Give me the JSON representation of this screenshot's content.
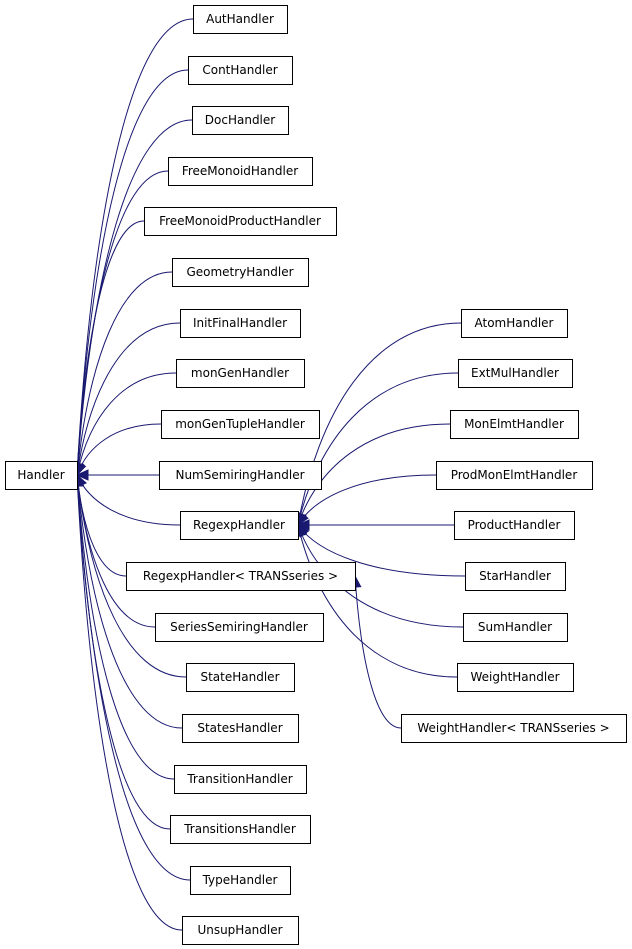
{
  "diagram": {
    "type": "inheritance-graph",
    "edge_color": "#191970",
    "nodes": [
      {
        "id": "handler",
        "label": "Handler"
      },
      {
        "id": "aut",
        "label": "AutHandler"
      },
      {
        "id": "cont",
        "label": "ContHandler"
      },
      {
        "id": "doc",
        "label": "DocHandler"
      },
      {
        "id": "freemonoid",
        "label": "FreeMonoidHandler"
      },
      {
        "id": "freemonoidproduct",
        "label": "FreeMonoidProductHandler"
      },
      {
        "id": "geometry",
        "label": "GeometryHandler"
      },
      {
        "id": "initfinal",
        "label": "InitFinalHandler"
      },
      {
        "id": "mongen",
        "label": "monGenHandler"
      },
      {
        "id": "mongentuple",
        "label": "monGenTupleHandler"
      },
      {
        "id": "numsemiring",
        "label": "NumSemiringHandler"
      },
      {
        "id": "regexp",
        "label": "RegexpHandler"
      },
      {
        "id": "regexp-trans",
        "label": "RegexpHandler< TRANSseries >"
      },
      {
        "id": "seriessemiring",
        "label": "SeriesSemiringHandler"
      },
      {
        "id": "state",
        "label": "StateHandler"
      },
      {
        "id": "states",
        "label": "StatesHandler"
      },
      {
        "id": "transition",
        "label": "TransitionHandler"
      },
      {
        "id": "transitions",
        "label": "TransitionsHandler"
      },
      {
        "id": "type",
        "label": "TypeHandler"
      },
      {
        "id": "unsup",
        "label": "UnsupHandler"
      },
      {
        "id": "atom",
        "label": "AtomHandler"
      },
      {
        "id": "extmul",
        "label": "ExtMulHandler"
      },
      {
        "id": "monelmt",
        "label": "MonElmtHandler"
      },
      {
        "id": "prodmonelmt",
        "label": "ProdMonElmtHandler"
      },
      {
        "id": "product",
        "label": "ProductHandler"
      },
      {
        "id": "star",
        "label": "StarHandler"
      },
      {
        "id": "sum",
        "label": "SumHandler"
      },
      {
        "id": "weight",
        "label": "WeightHandler"
      },
      {
        "id": "weight-trans",
        "label": "WeightHandler< TRANSseries >"
      }
    ],
    "edges": [
      {
        "from": "aut",
        "to": "handler"
      },
      {
        "from": "cont",
        "to": "handler"
      },
      {
        "from": "doc",
        "to": "handler"
      },
      {
        "from": "freemonoid",
        "to": "handler"
      },
      {
        "from": "freemonoidproduct",
        "to": "handler"
      },
      {
        "from": "geometry",
        "to": "handler"
      },
      {
        "from": "initfinal",
        "to": "handler"
      },
      {
        "from": "mongen",
        "to": "handler"
      },
      {
        "from": "mongentuple",
        "to": "handler"
      },
      {
        "from": "numsemiring",
        "to": "handler"
      },
      {
        "from": "regexp",
        "to": "handler"
      },
      {
        "from": "regexp-trans",
        "to": "handler"
      },
      {
        "from": "seriessemiring",
        "to": "handler"
      },
      {
        "from": "state",
        "to": "handler"
      },
      {
        "from": "states",
        "to": "handler"
      },
      {
        "from": "transition",
        "to": "handler"
      },
      {
        "from": "transitions",
        "to": "handler"
      },
      {
        "from": "type",
        "to": "handler"
      },
      {
        "from": "unsup",
        "to": "handler"
      },
      {
        "from": "atom",
        "to": "regexp"
      },
      {
        "from": "extmul",
        "to": "regexp"
      },
      {
        "from": "monelmt",
        "to": "regexp"
      },
      {
        "from": "prodmonelmt",
        "to": "regexp"
      },
      {
        "from": "product",
        "to": "regexp"
      },
      {
        "from": "star",
        "to": "regexp"
      },
      {
        "from": "sum",
        "to": "regexp"
      },
      {
        "from": "weight",
        "to": "regexp"
      },
      {
        "from": "weight-trans",
        "to": "regexp-trans"
      }
    ]
  }
}
